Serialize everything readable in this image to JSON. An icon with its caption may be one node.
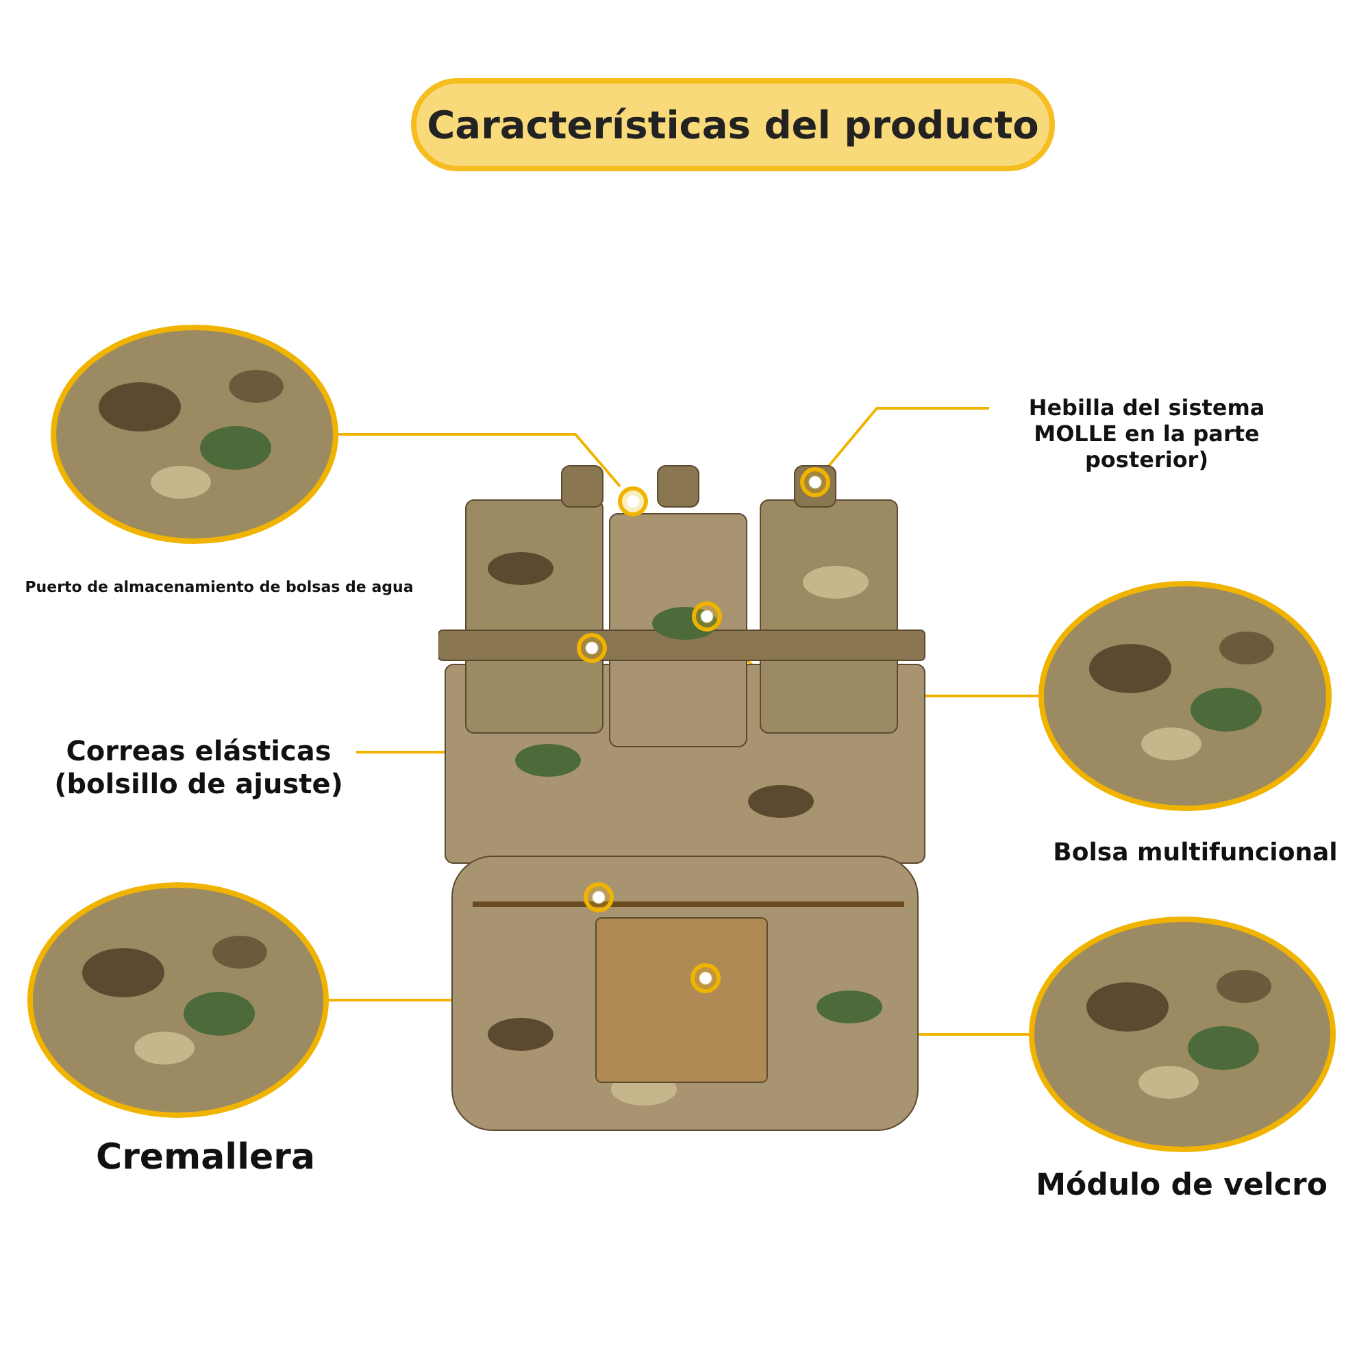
{
  "diagram": {
    "title": "Características del producto",
    "nodes": [
      {
        "text": [],
        "shape": "picture"
      },
      {
        "text": [],
        "shape": "circle",
        "in": 0
      },
      {
        "text": [],
        "shape": "circle",
        "in": 0
      },
      {
        "text": [],
        "shape": "circle",
        "in": 0
      },
      {
        "text": [],
        "shape": "circle",
        "in": 0
      },
      {
        "text": [],
        "shape": "circle",
        "in": 0
      },
      {
        "text": [],
        "shape": "circle",
        "in": 0
      },
      {
        "text": [
          "Puerto de almacenamiento de bolsas de agua"
        ]
      },
      {
        "text": [
          "Hebilla del sistema MOLLE en la parte posterior)"
        ]
      },
      {
        "text": [
          "Bolsa multifuncional"
        ]
      },
      {
        "text": [
          "Correas elásticas (bolsillo de ajuste)"
        ]
      },
      {
        "text": [
          "Cremallera"
        ]
      },
      {
        "text": [
          "Módulo de velcro"
        ]
      }
    ],
    "edges": [
      {
        "from": 7,
        "to": 1,
        "arrow": "none"
      },
      {
        "from": 8,
        "to": 2,
        "arrow": "none"
      },
      {
        "from": 9,
        "to": 3,
        "arrow": "none"
      },
      {
        "from": 10,
        "to": 4,
        "arrow": "none"
      },
      {
        "from": 11,
        "to": 5,
        "arrow": "none"
      },
      {
        "from": 12,
        "to": 6,
        "arrow": "none"
      }
    ]
  }
}
